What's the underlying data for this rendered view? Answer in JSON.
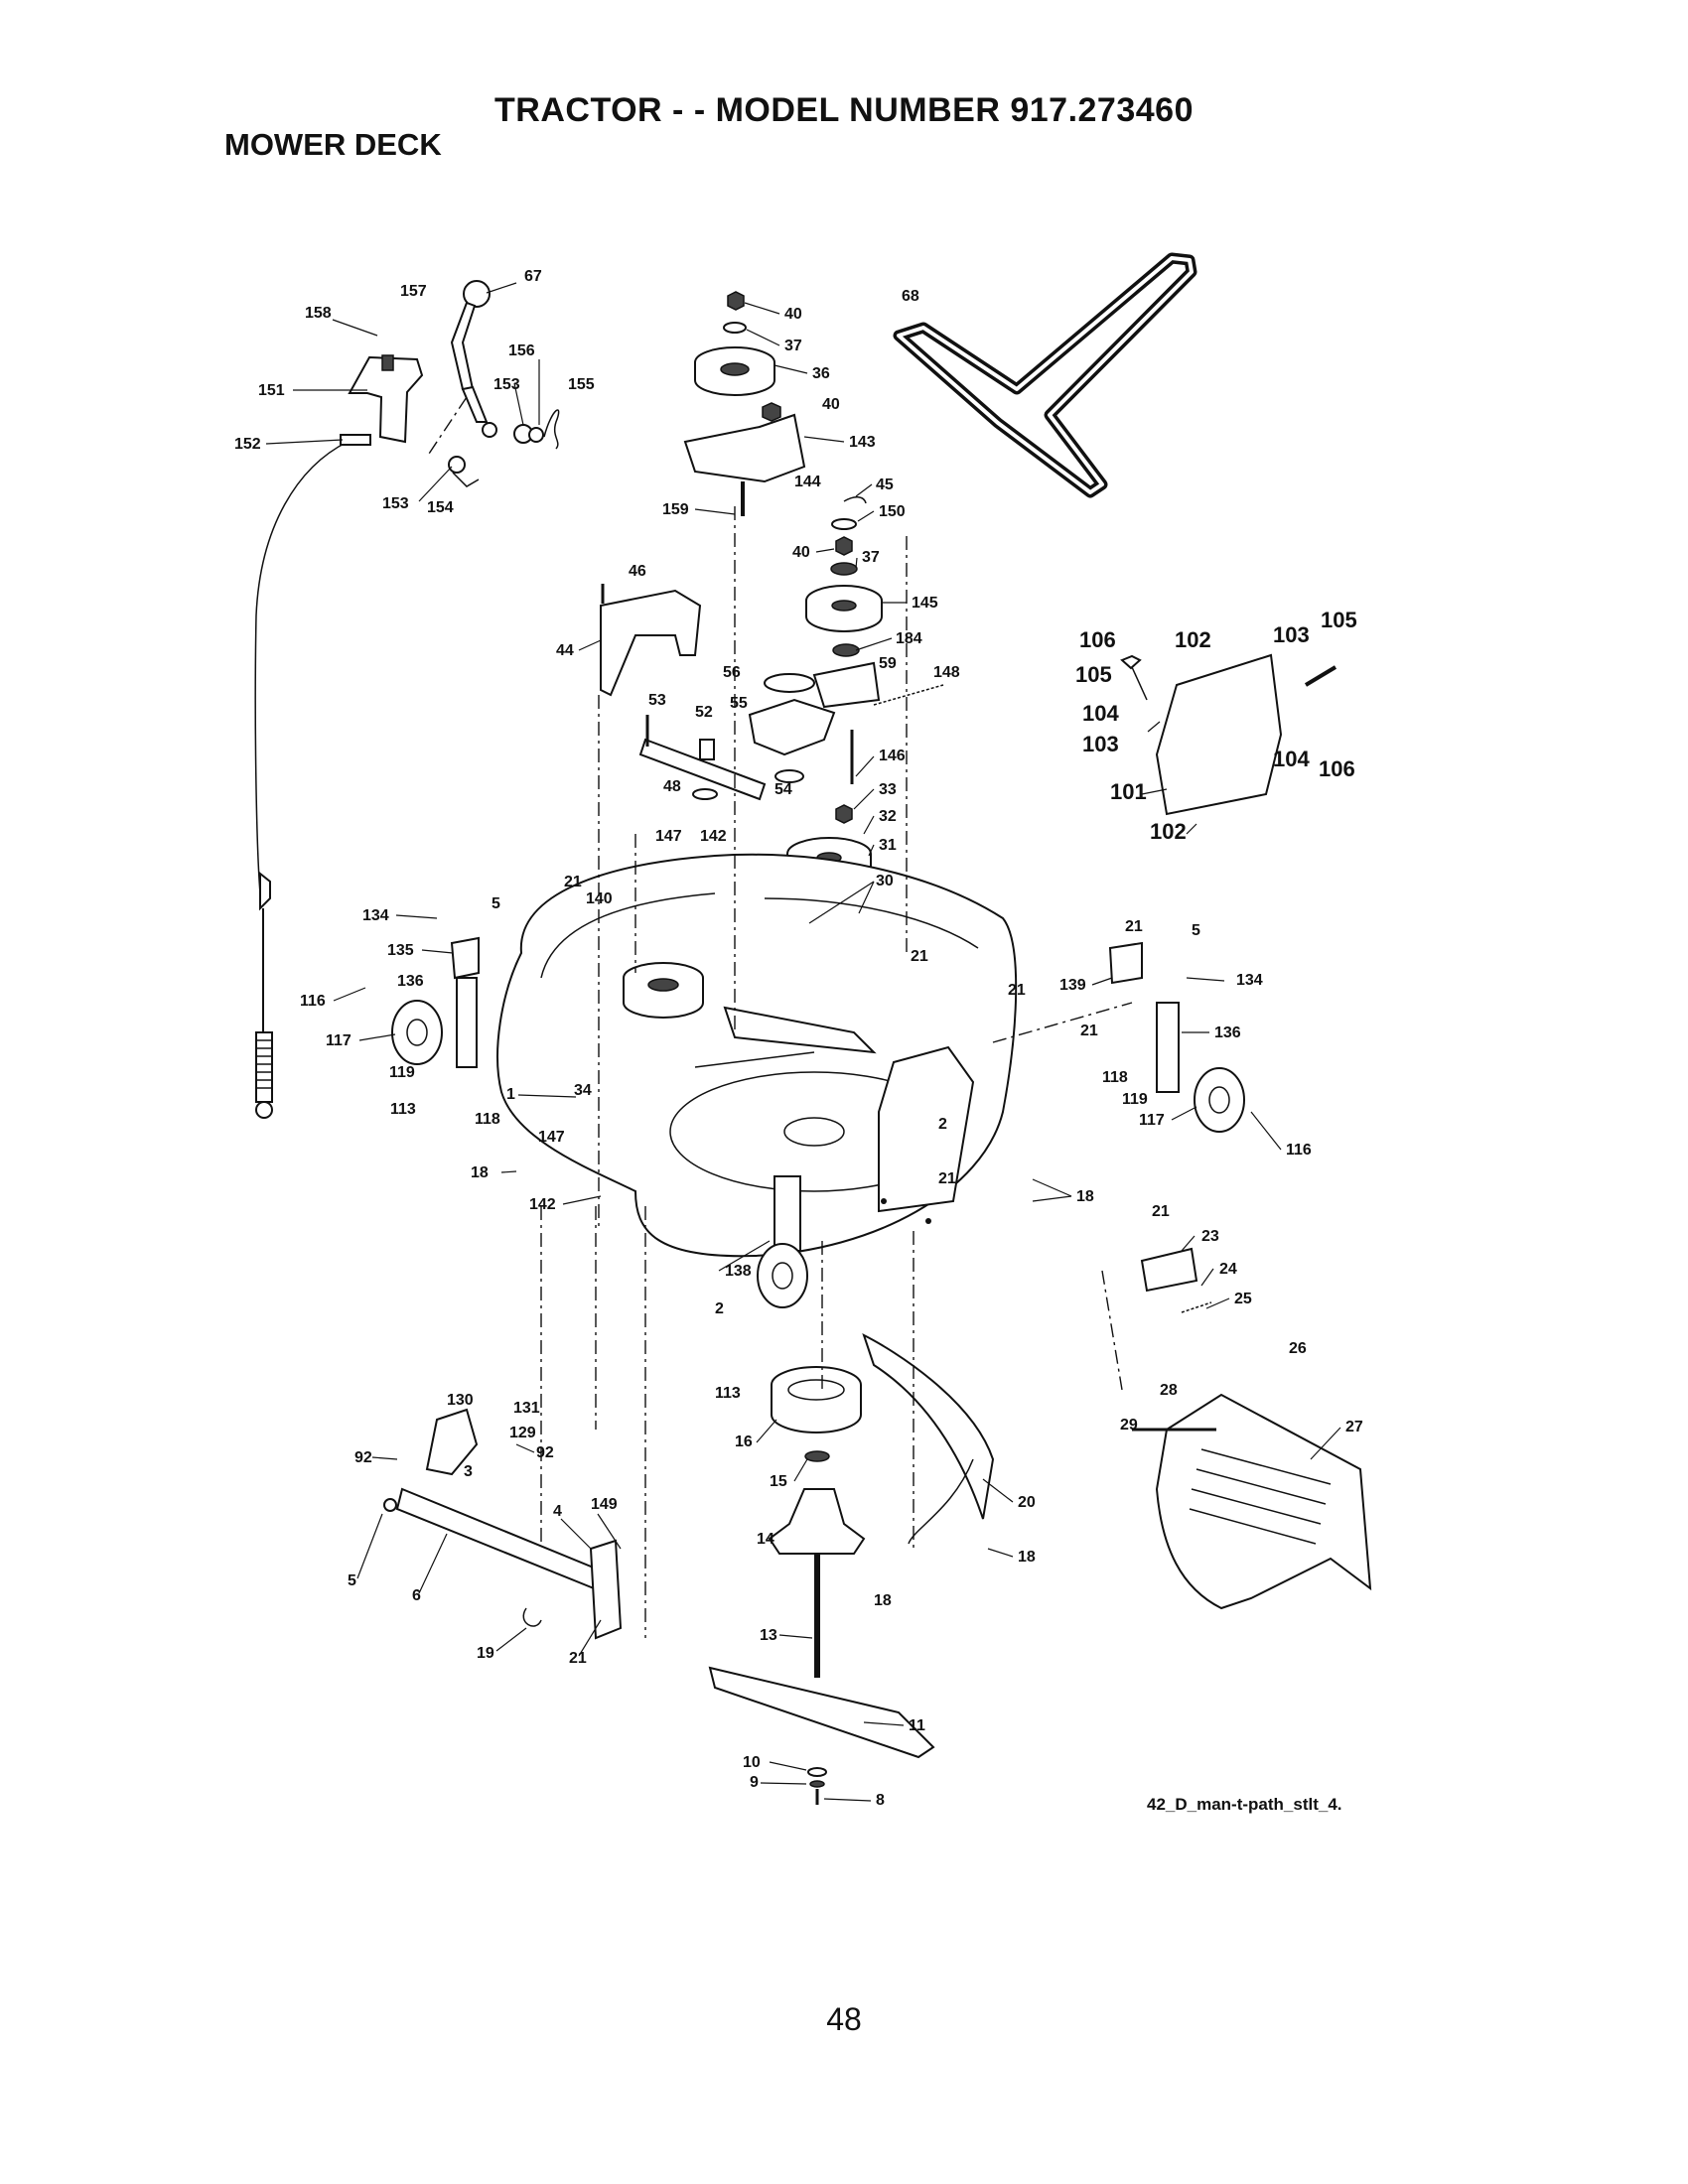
{
  "header": {
    "title": "TRACTOR - - MODEL NUMBER 917.273460",
    "subtitle": "MOWER DECK"
  },
  "figure_reference": "42_D_man-t-path_stlt_4.",
  "page_number": "48",
  "callouts": [
    "1",
    "2",
    "3",
    "4",
    "5",
    "6",
    "8",
    "9",
    "10",
    "11",
    "13",
    "14",
    "15",
    "16",
    "18",
    "19",
    "20",
    "21",
    "23",
    "24",
    "25",
    "26",
    "27",
    "28",
    "29",
    "30",
    "31",
    "32",
    "33",
    "34",
    "36",
    "37",
    "40",
    "44",
    "45",
    "46",
    "48",
    "52",
    "53",
    "54",
    "55",
    "56",
    "59",
    "67",
    "68",
    "92",
    "101",
    "102",
    "103",
    "104",
    "105",
    "106",
    "113",
    "116",
    "117",
    "118",
    "119",
    "129",
    "130",
    "131",
    "134",
    "135",
    "136",
    "138",
    "139",
    "140",
    "142",
    "143",
    "144",
    "145",
    "146",
    "147",
    "148",
    "149",
    "150",
    "151",
    "152",
    "153",
    "154",
    "155",
    "156",
    "157",
    "158",
    "159",
    "184"
  ]
}
